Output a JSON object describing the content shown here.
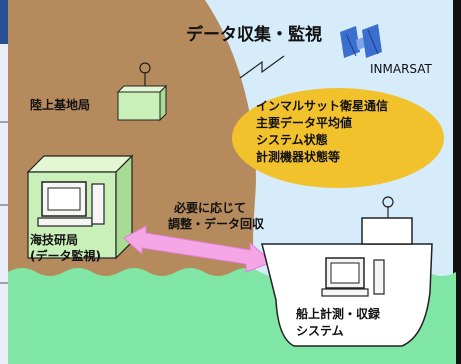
{
  "title": "データ収集・監視",
  "satellite_label": "INMARSAT",
  "land_station_label": "陸上基地局",
  "info_items": [
    "インマルサット衛星通信",
    "主要データ平均値",
    "システム状態",
    "計測機器状態等"
  ],
  "hq_label_line1": "海技研局",
  "hq_label_line2": "(データ監視)",
  "link_label_line1": "必要に応じて",
  "link_label_line2": "調整・データ回収",
  "ship_label_line1": "船上計測・収録",
  "ship_label_line2": "システム",
  "colors": {
    "sky": "#d6ecfb",
    "land": "#b58a5c",
    "sea": "#7fe6a6",
    "building": "#c9f0b8",
    "info_bubble": "#f2c22d",
    "arrow": "#f4a6e6",
    "frame": "#2a4f95"
  }
}
